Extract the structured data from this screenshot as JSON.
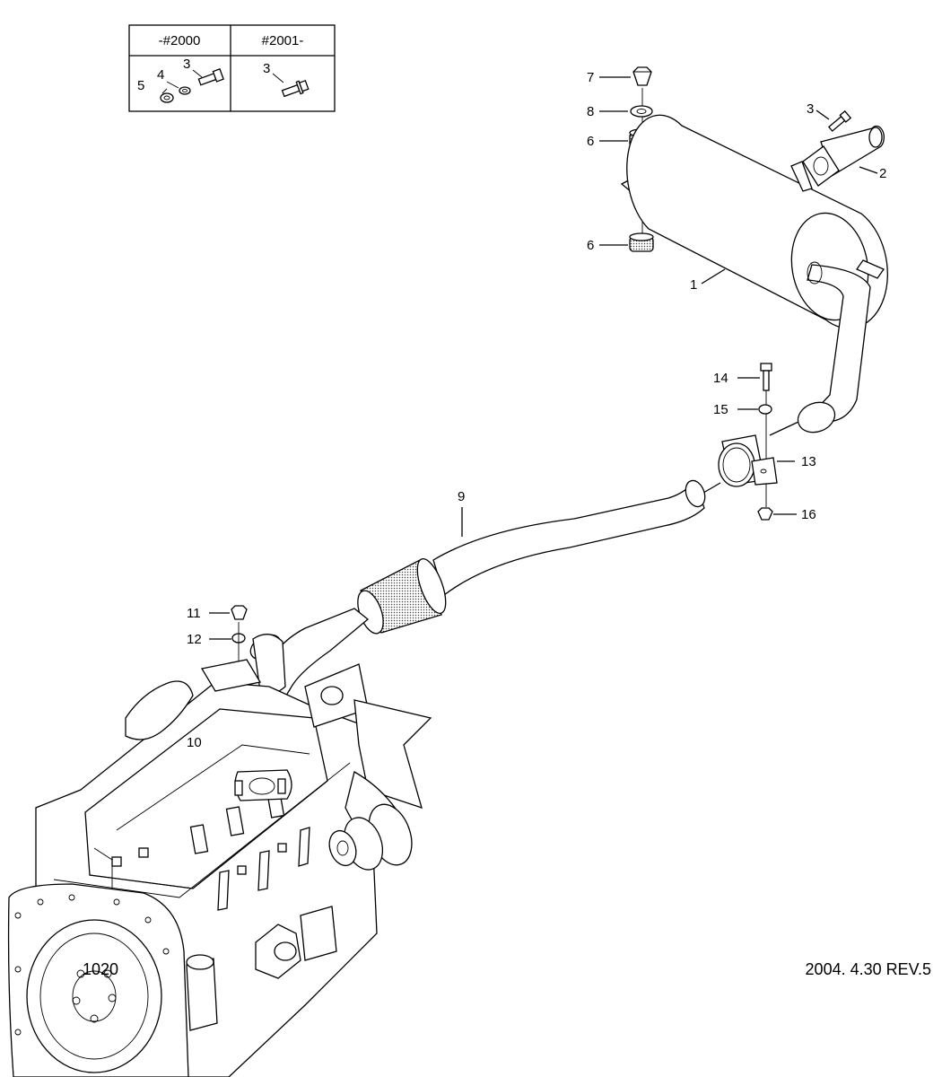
{
  "inset_table": {
    "headers": [
      "-#2000",
      "#2001-"
    ],
    "left_callouts": [
      "3",
      "4",
      "5"
    ],
    "right_callouts": [
      "3"
    ]
  },
  "callouts": {
    "c1": "1",
    "c2": "2",
    "c3": "3",
    "c6a": "6",
    "c6b": "6",
    "c7": "7",
    "c8": "8",
    "c9": "9",
    "c10": "10",
    "c11": "11",
    "c12": "12",
    "c13": "13",
    "c14": "14",
    "c15": "15",
    "c16": "16"
  },
  "footer": {
    "page_code": "1020",
    "revision": "2004. 4.30 REV.5"
  }
}
